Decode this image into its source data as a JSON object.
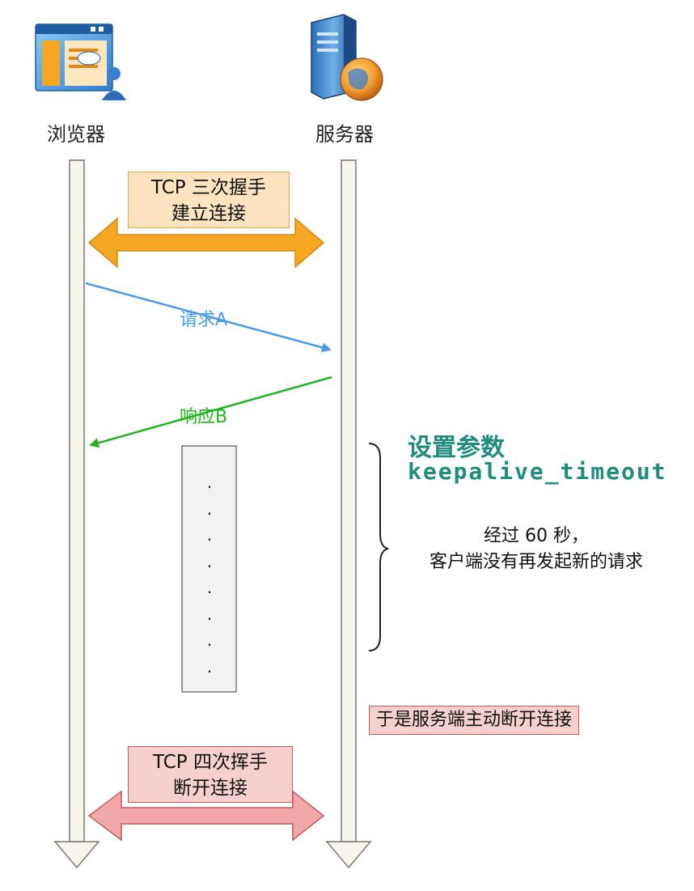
{
  "actors": {
    "browser": {
      "label": "浏览器",
      "icon": "browser-window-icon"
    },
    "server": {
      "label": "服务器",
      "icon": "server-globe-icon"
    }
  },
  "handshake": {
    "lines": [
      "TCP 三次握手",
      "建立连接"
    ],
    "color": "#f5a623"
  },
  "request": {
    "label": "请求A",
    "color": "#4a9be8"
  },
  "response": {
    "label": "响应B",
    "color": "#22b322"
  },
  "idle_dots": "·",
  "timeout": {
    "title": "设置参数",
    "param": "keepalive_timeout",
    "note_lines": [
      "经过 60 秒，",
      "客户端没有再发起新的请求"
    ],
    "color": "#1f8c7c"
  },
  "server_close": {
    "label": "于是服务端主动断开连接"
  },
  "wave": {
    "lines": [
      "TCP 四次挥手",
      "断开连接"
    ],
    "color": "#e07a7a"
  }
}
